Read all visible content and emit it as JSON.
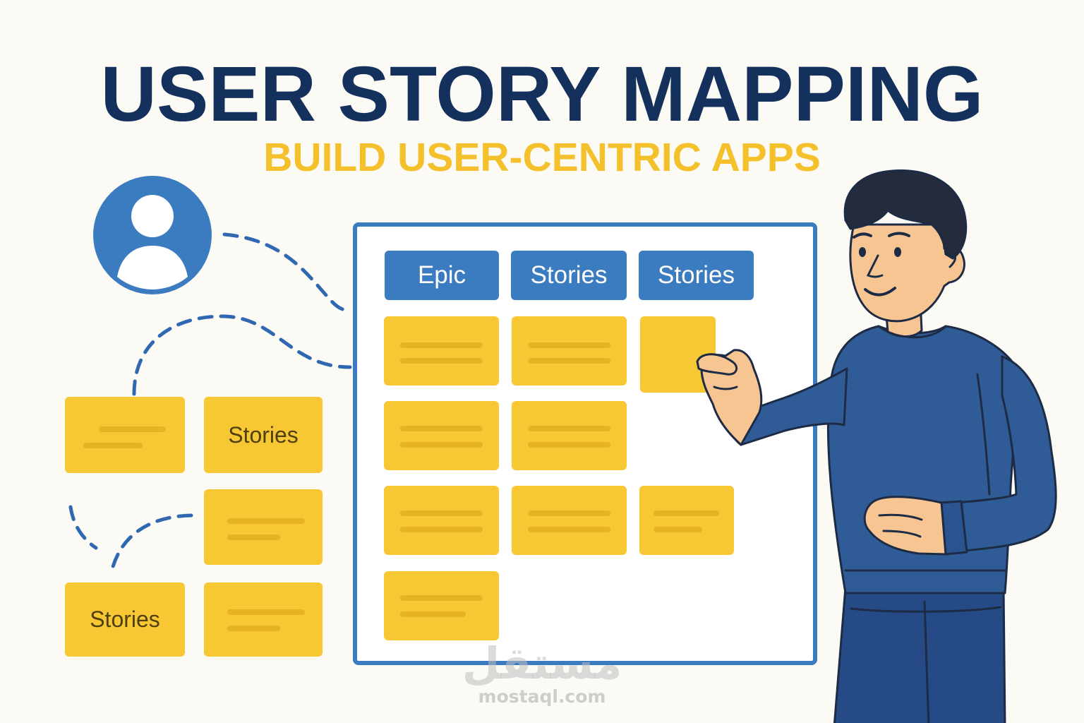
{
  "title": "USER STORY MAPPING",
  "subtitle": "BUILD USER-CENTRIC APPS",
  "board": {
    "headers": [
      "Epic",
      "Stories",
      "Stories"
    ]
  },
  "side_cards": {
    "top_right_label": "Stories",
    "bottom_left_label": "Stories"
  },
  "watermark": {
    "arabic": "مستقل",
    "latin": "mostaql.com"
  },
  "icons": {
    "avatar": "user-avatar-icon"
  },
  "colors": {
    "background": "#fbfaf5",
    "title_navy": "#14305c",
    "subtitle_yellow": "#f4c02c",
    "accent_blue": "#3b7bc0",
    "card_yellow": "#f8c734",
    "card_line": "#e6b324",
    "sweater_blue": "#2f5c97"
  }
}
